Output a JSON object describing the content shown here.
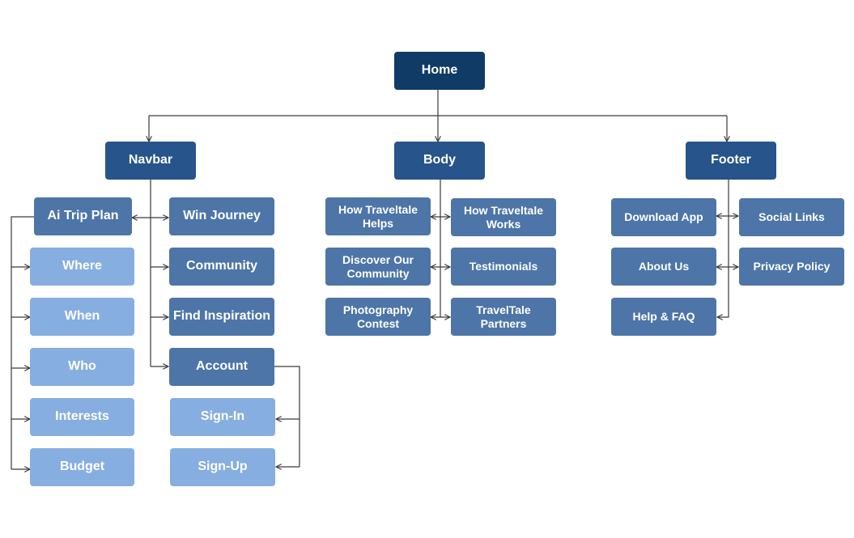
{
  "colors": {
    "root": "#0f3b66",
    "section": "#27548a",
    "item": "#4d75a8",
    "sub_item": "#87aee0",
    "connector": "#3a3a3a"
  },
  "diagram": {
    "home": "Home",
    "navbar": {
      "label": "Navbar",
      "ai_trip_plan": "Ai Trip Plan",
      "trip_options": [
        "Where",
        "When",
        "Who",
        "Interests",
        "Budget"
      ],
      "win_journey": "Win Journey",
      "community": "Community",
      "find_inspiration": "Find Inspiration",
      "account": "Account",
      "account_options": [
        "Sign-In",
        "Sign-Up"
      ]
    },
    "body": {
      "label": "Body",
      "left": [
        "How Traveltale Helps",
        "Discover Our Community",
        "Photography Contest"
      ],
      "right": [
        "How Traveltale Works",
        "Testimonials",
        "TravelTale Partners"
      ]
    },
    "footer": {
      "label": "Footer",
      "left": [
        "Download App",
        "About Us",
        "Help & FAQ"
      ],
      "right": [
        "Social Links",
        "Privacy Policy"
      ]
    }
  }
}
